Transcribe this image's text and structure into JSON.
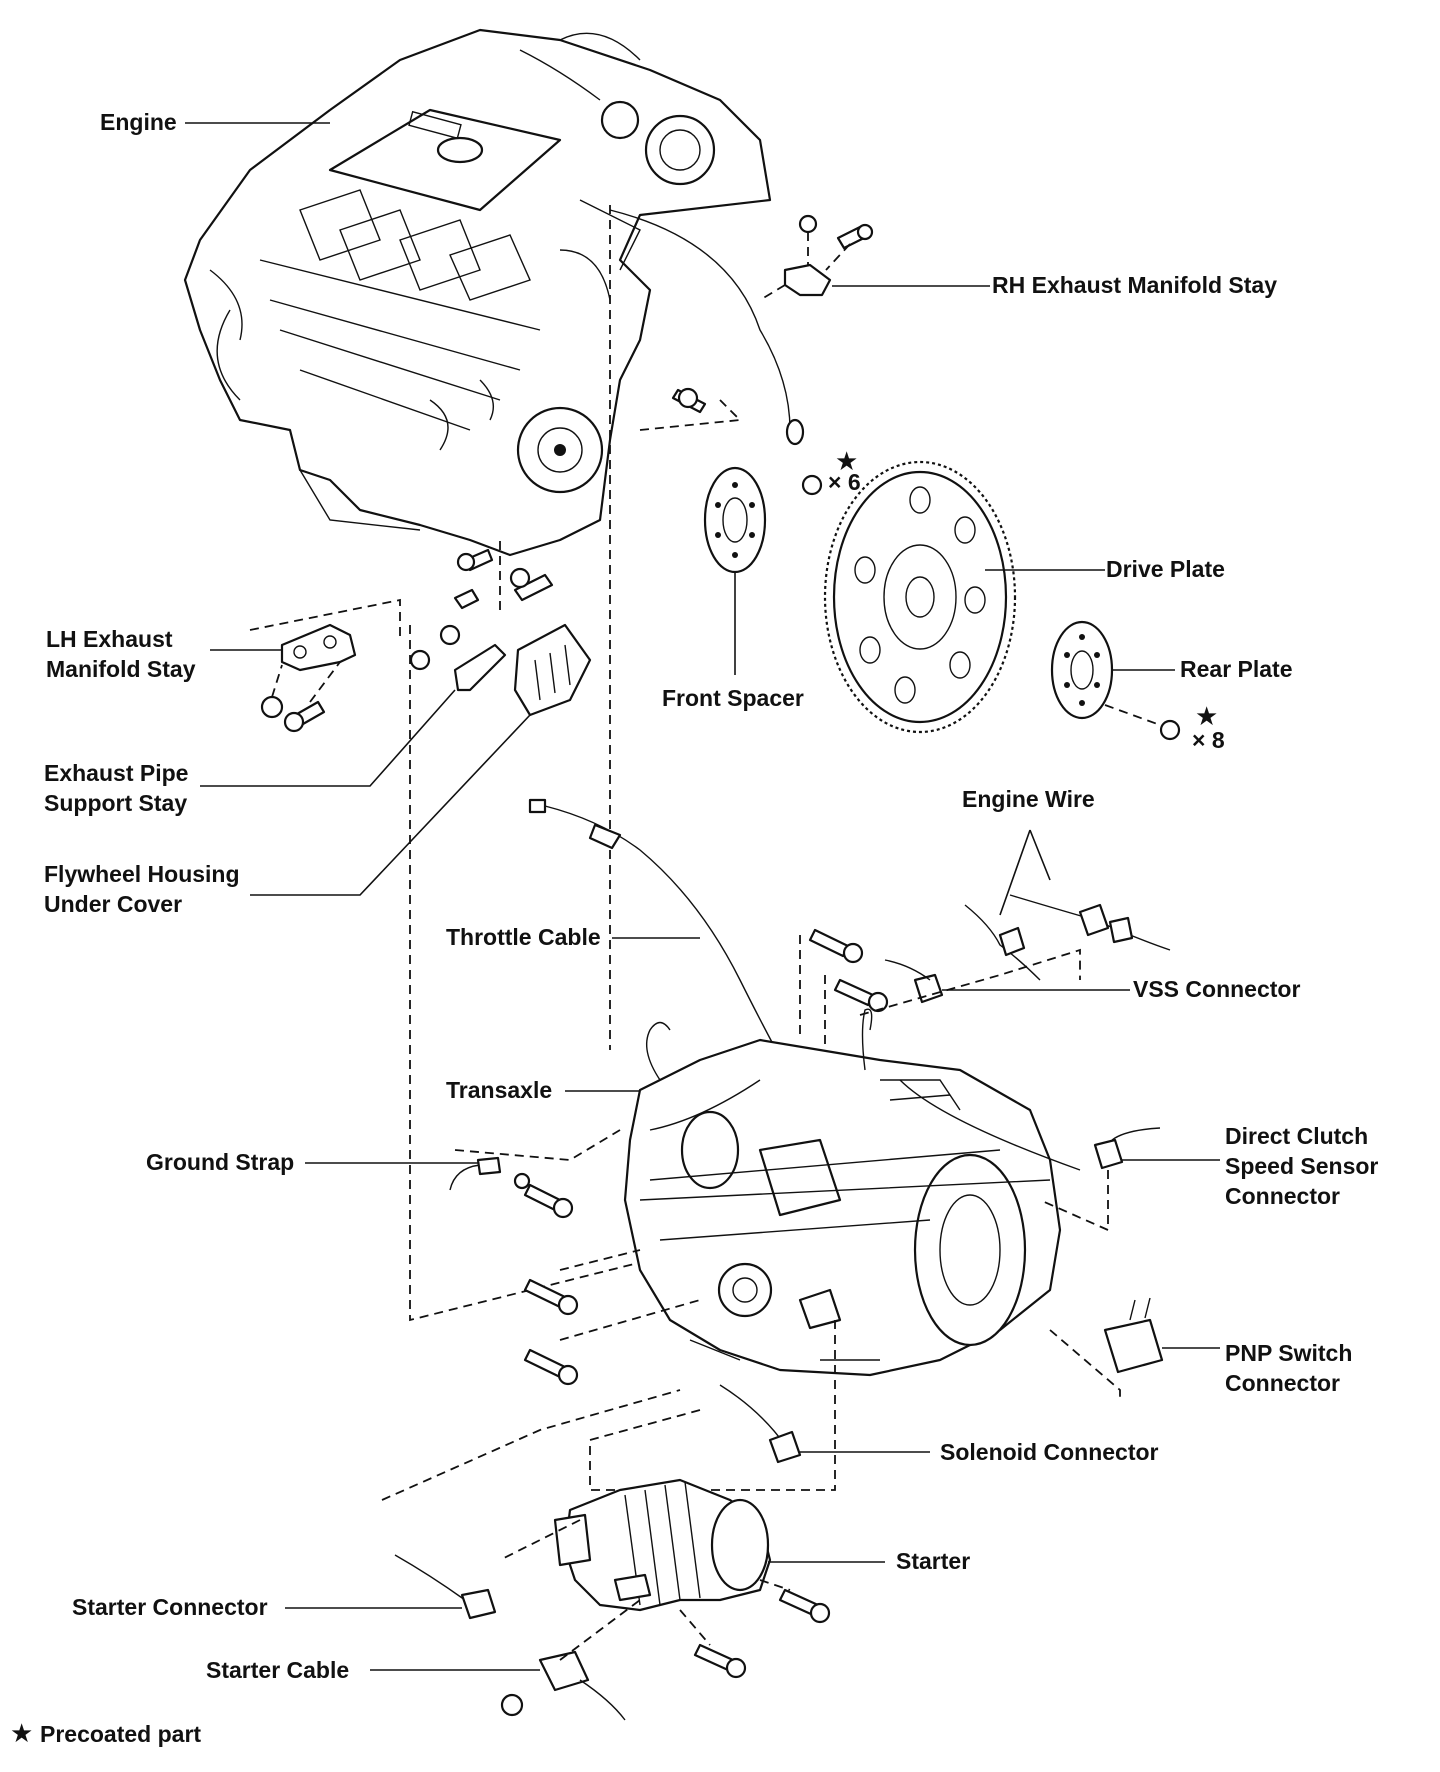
{
  "labels": {
    "engine": "Engine",
    "rh_exhaust_manifold_stay": "RH Exhaust Manifold Stay",
    "qty_front": "× 6",
    "drive_plate": "Drive Plate",
    "lh_exhaust_1": "LH Exhaust",
    "lh_exhaust_2": "Manifold Stay",
    "rear_plate": "Rear Plate",
    "front_spacer": "Front Spacer",
    "qty_rear": "× 8",
    "exhaust_pipe_1": "Exhaust Pipe",
    "exhaust_pipe_2": "Support Stay",
    "engine_wire": "Engine Wire",
    "flywheel_1": "Flywheel Housing",
    "flywheel_2": "Under Cover",
    "throttle_cable": "Throttle Cable",
    "vss_connector": "VSS Connector",
    "transaxle": "Transaxle",
    "dc_1": "Direct Clutch",
    "dc_2": "Speed Sensor",
    "dc_3": "Connector",
    "ground_strap": "Ground Strap",
    "pnp_1": "PNP Switch",
    "pnp_2": "Connector",
    "solenoid_connector": "Solenoid Connector",
    "starter": "Starter",
    "starter_connector": "Starter Connector",
    "starter_cable": "Starter Cable",
    "legend": "Precoated part"
  },
  "symbols": {
    "star": "★"
  }
}
